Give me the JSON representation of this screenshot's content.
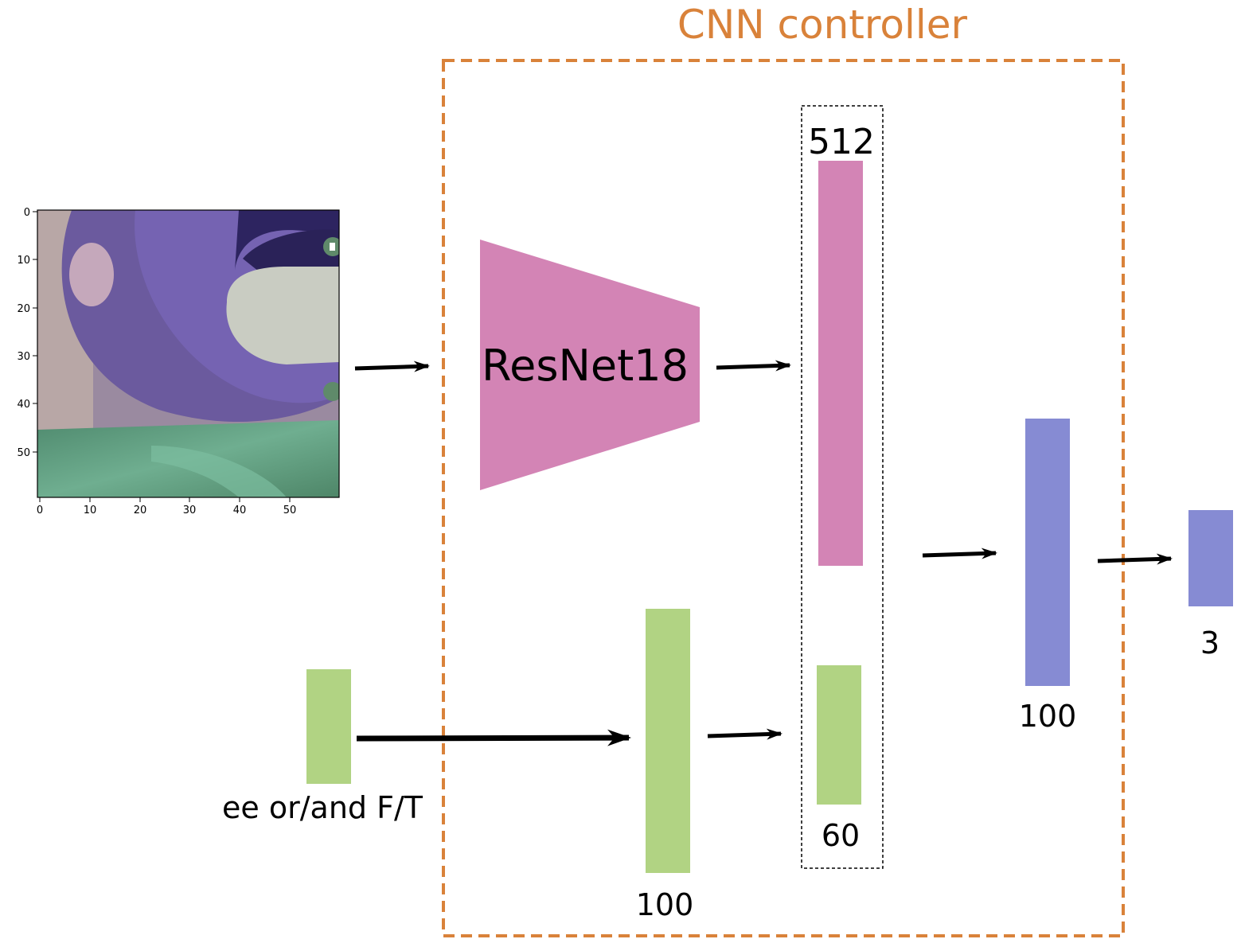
{
  "title": "CNN controller",
  "colors": {
    "accent": "#d9823a",
    "resnet": "#d384b5",
    "green": "#b1d383",
    "blue": "#868bd3",
    "arrow": "#000000"
  },
  "input_image": {
    "x_ticks": [
      "0",
      "10",
      "20",
      "30",
      "40",
      "50"
    ],
    "y_ticks": [
      "0",
      "10",
      "20",
      "30",
      "40",
      "50"
    ]
  },
  "nodes": {
    "resnet_label": "ResNet18",
    "feature_512": "512",
    "feature_60": "60",
    "state_input_label": "ee or/and F/T",
    "state_fc_100": "100",
    "hidden_100": "100",
    "output_3": "3"
  }
}
